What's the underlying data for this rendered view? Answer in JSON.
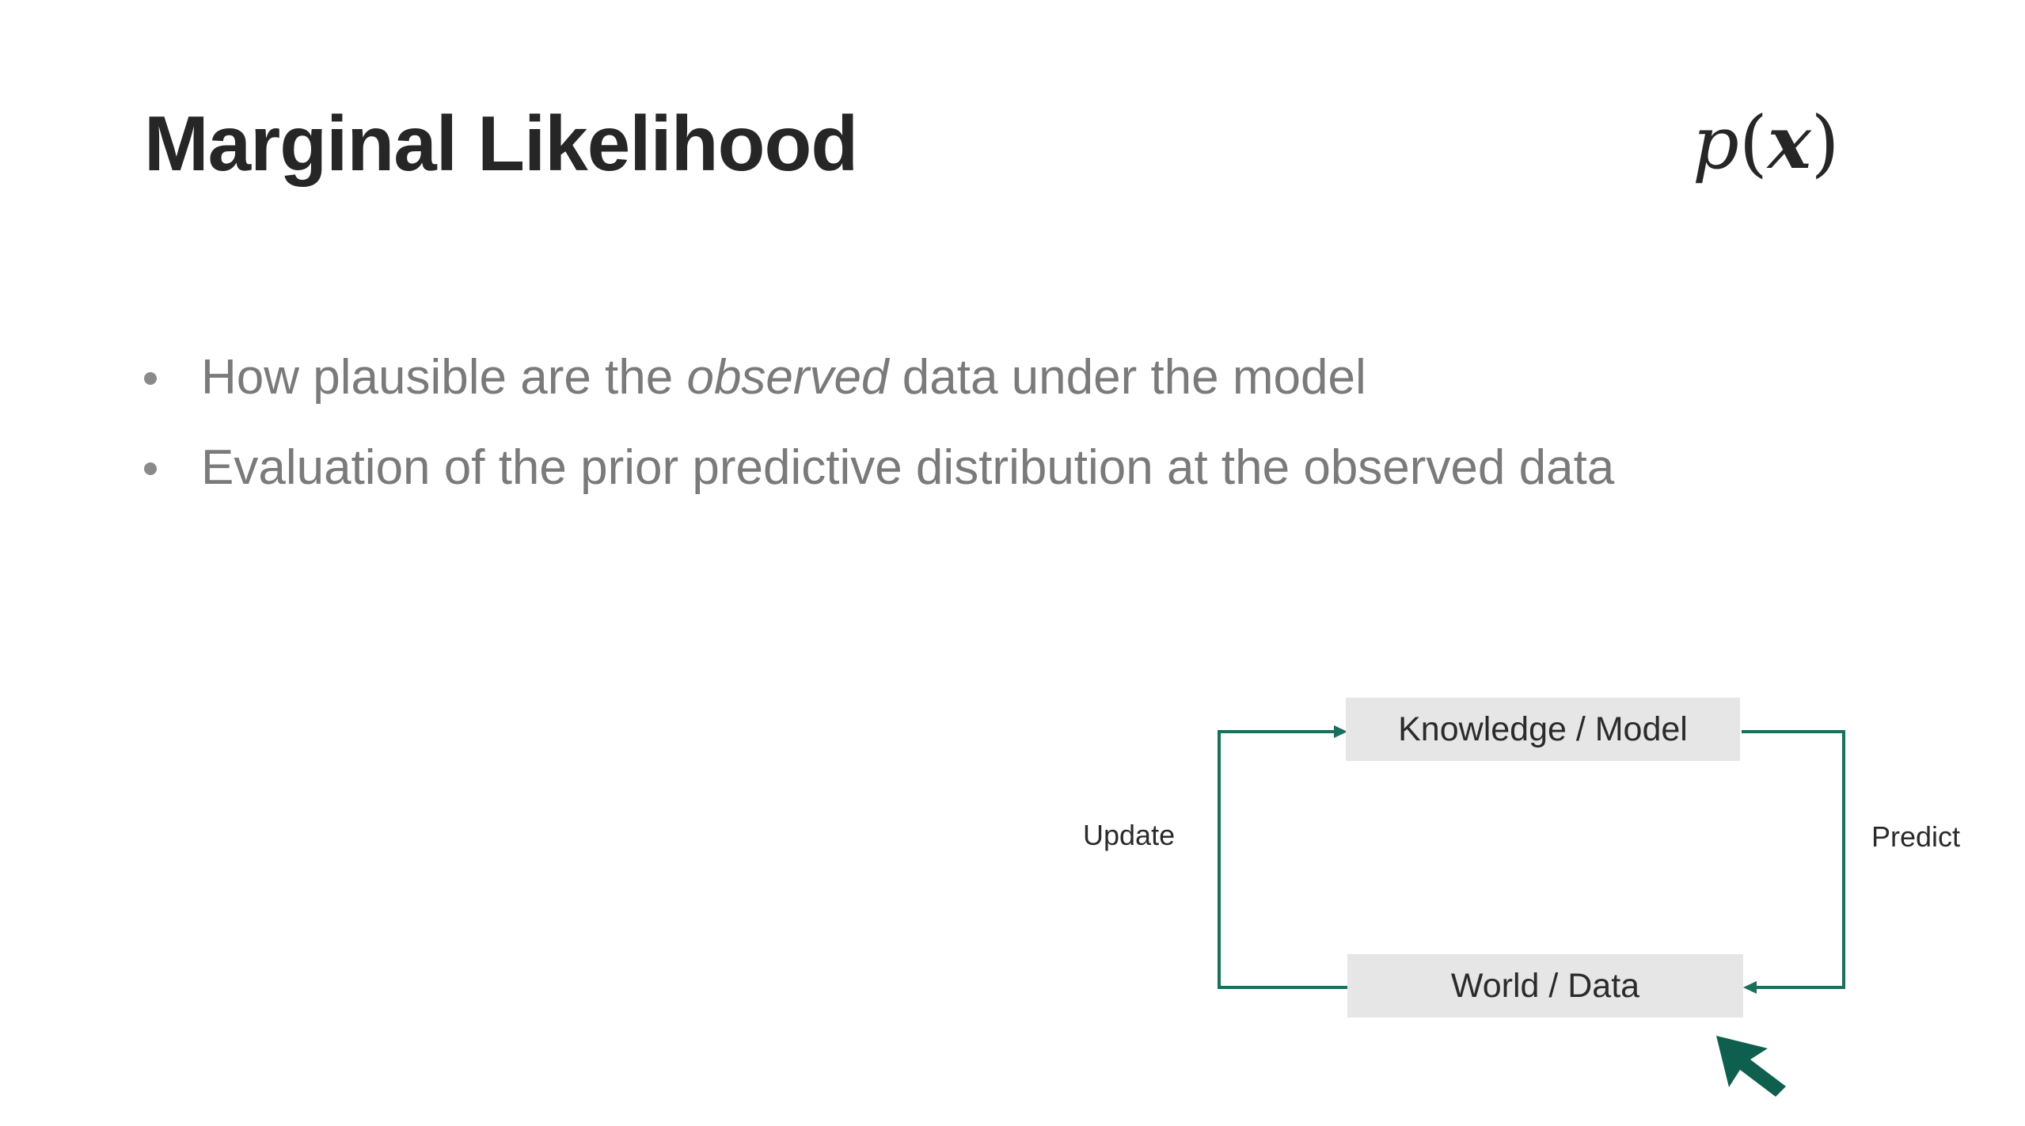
{
  "slide": {
    "title": "Marginal Likelihood",
    "formula": {
      "func": "p",
      "open_paren": "(",
      "variable": "x",
      "close_paren": ")"
    },
    "bullets": [
      {
        "before": "How plausible are the ",
        "emphasis": "observed",
        "after": " data under the model"
      },
      {
        "before": "Evaluation of the prior predictive distribution at the observed data",
        "emphasis": "",
        "after": ""
      }
    ]
  },
  "diagram": {
    "nodes": {
      "model": "Knowledge / Model",
      "world": "World / Data"
    },
    "edges": {
      "update": "Update",
      "predict": "Predict"
    },
    "colors": {
      "connector": "#1b6f5f",
      "pointer": "#0f5f4f",
      "box_fill": "#e6e6e6"
    }
  },
  "pointer_icon": "arrow-cursor-icon"
}
